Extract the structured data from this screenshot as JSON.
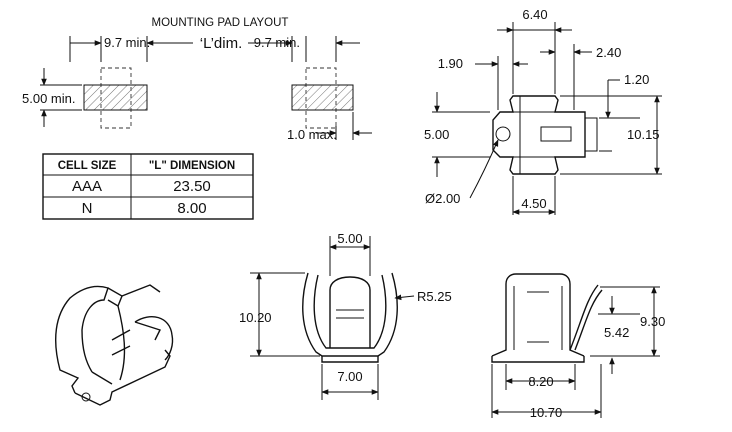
{
  "pad_layout": {
    "title": "MOUNTING PAD LAYOUT",
    "left_gap": "9.7 min.",
    "l_dim": "‘L’dim.",
    "right_gap": "9.7 min.",
    "height": "5.00 min.",
    "overhang": "1.0 max."
  },
  "table": {
    "headers": [
      "CELL SIZE",
      "\"L\" DIMENSION"
    ],
    "rows": [
      [
        "AAA",
        "23.50"
      ],
      [
        "N",
        "8.00"
      ]
    ]
  },
  "top_view": {
    "width": "6.40",
    "offset_left": "1.90",
    "offset_right": "2.40",
    "tab": "1.20",
    "height_left": "5.00",
    "height_right": "10.15",
    "hole": "Ø2.00",
    "bottom_width": "4.50"
  },
  "front_view": {
    "top_width": "5.00",
    "height": "10.20",
    "radius": "R5.25",
    "base_width": "7.00"
  },
  "side_view": {
    "height": "9.30",
    "inner_height": "5.42",
    "inner_width": "8.20",
    "overall_width": "10.70"
  }
}
